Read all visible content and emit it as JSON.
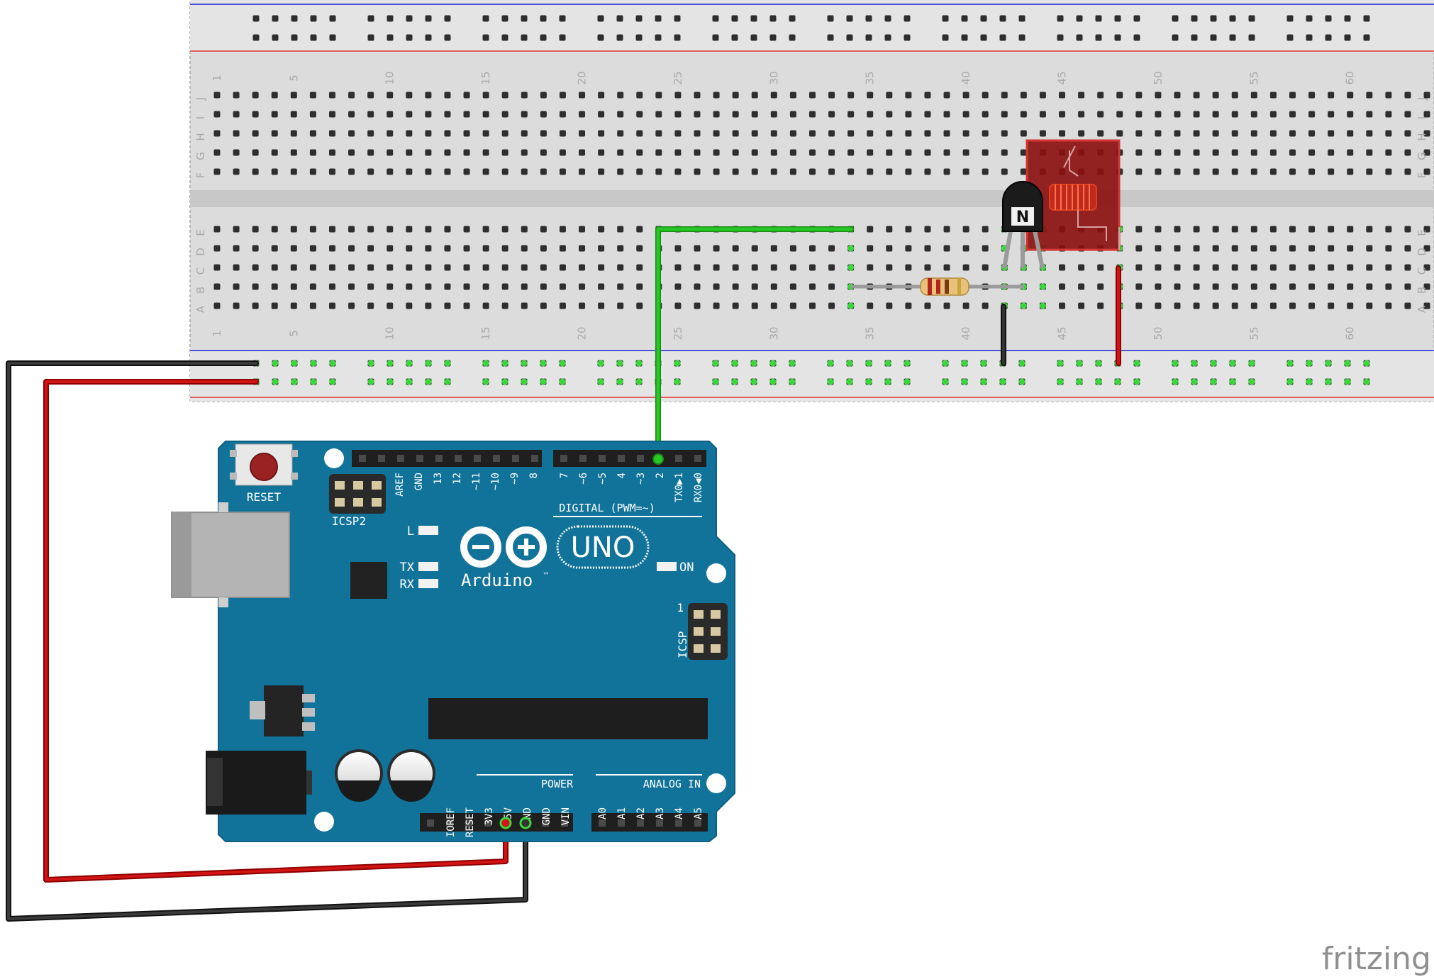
{
  "breadboard": {
    "column_numbers": [
      "1",
      "5",
      "10",
      "15",
      "20",
      "25",
      "30",
      "35",
      "40",
      "45",
      "50",
      "55",
      "60"
    ],
    "top_row_letters": [
      "J",
      "I",
      "H",
      "G",
      "F"
    ],
    "bottom_row_letters": [
      "E",
      "D",
      "C",
      "B",
      "A"
    ]
  },
  "arduino": {
    "reset_label": "RESET",
    "icsp2_label": "ICSP2",
    "icsp_label": "ICSP",
    "icsp_pin1": "1",
    "brand": "Arduino",
    "tm": "™",
    "model": "UNO",
    "led_l": "L",
    "led_tx": "TX",
    "led_rx": "RX",
    "led_on": "ON",
    "digital_header_label": "DIGITAL (PWM=~)",
    "power_header_label": "POWER",
    "analog_header_label": "ANALOG IN",
    "digital_pins_left": [
      "AREF",
      "GND",
      "13",
      "12",
      "~11",
      "~10",
      "~9",
      "8"
    ],
    "digital_pins_right": [
      "7",
      "~6",
      "~5",
      "4",
      "~3",
      "2",
      "TX0▶1",
      "RX0◀0"
    ],
    "power_pins": [
      "IOREF",
      "RESET",
      "3V3",
      "5V",
      "GND",
      "GND",
      "VIN"
    ],
    "analog_pins": [
      "A0",
      "A1",
      "A2",
      "A3",
      "A4",
      "A5"
    ]
  },
  "transistor": {
    "marking": "N"
  },
  "watermark": "fritzing",
  "colors": {
    "board_teal": "#12739a",
    "wire_green": "#23c31f",
    "wire_red": "#cc1111",
    "wire_black": "#2a2a2a",
    "relay_red": "#8b1111",
    "breadboard": "#dadada",
    "rail_red_line": "#e06060",
    "rail_blue_line": "#4a55d6"
  }
}
